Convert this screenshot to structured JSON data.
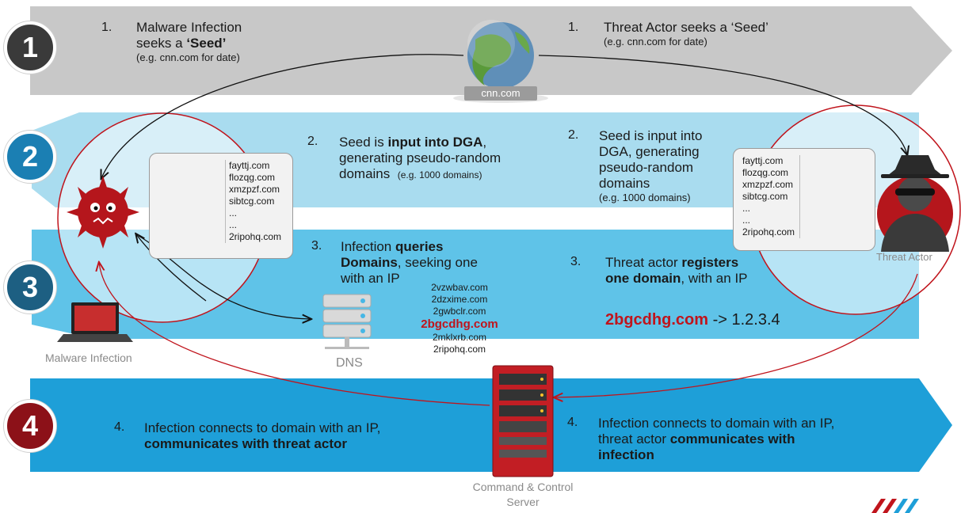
{
  "steps": {
    "s1": {
      "badge": "1",
      "left": {
        "num": "1.",
        "line1": "Malware Infection",
        "line2_pre": "seeks a ",
        "line2_bold": "‘Seed’",
        "example": "(e.g. cnn.com for date)"
      },
      "right": {
        "num": "1.",
        "line1": "Threat Actor seeks a ‘Seed’",
        "example": "(e.g. cnn.com for date)"
      },
      "seed_label": "cnn.com"
    },
    "s2": {
      "badge": "2",
      "left": {
        "num": "2.",
        "pre": "Seed is ",
        "bold": "input into DGA",
        "post": ",",
        "line2": "generating pseudo-random",
        "line3": "domains",
        "example": "(e.g. 1000 domains)"
      },
      "right": {
        "num": "2.",
        "line1": "Seed is input into",
        "line2": "DGA, generating",
        "line3": "pseudo-random",
        "line4": "domains",
        "example": "(e.g. 1000 domains)"
      }
    },
    "s3": {
      "badge": "3",
      "left": {
        "num": "3.",
        "line1_pre": "Infection ",
        "line1_bold": "queries",
        "line2_bold": "Domains",
        "line2_post": ", seeking one",
        "line3": "with an IP"
      },
      "right": {
        "num": "3.",
        "line1_pre": "Threat actor ",
        "line1_bold": "registers",
        "line2_bold": "one domain",
        "line2_post": ", with an IP"
      },
      "registered_domain": "2bgcdhg.com",
      "registered_ip": " -> 1.2.3.4"
    },
    "s4": {
      "badge": "4",
      "left": {
        "num": "4.",
        "line1": "Infection connects to domain with an IP,",
        "line2_bold": "communicates with threat actor"
      },
      "right": {
        "num": "4.",
        "line1": "Infection connects to domain with an IP,",
        "line2_pre": "threat actor ",
        "line2_bold": "communicates with",
        "line3_bold": "infection"
      }
    }
  },
  "dga_domains_left": [
    "fayttj.com",
    "flozqg.com",
    "xmzpzf.com",
    "sibtcg.com",
    "...",
    "...",
    "2ripohq.com"
  ],
  "dga_domains_right": [
    "fayttj.com",
    "flozqg.com",
    "xmzpzf.com",
    "sibtcg.com",
    "...",
    "...",
    "2ripohq.com"
  ],
  "dns_queries_top": [
    "2vzwbav.com",
    "2dzxime.com",
    "2gwbclr.com"
  ],
  "dns_query_hit": "2bgcdhg.com",
  "dns_queries_bottom": [
    "2mklxrb.com",
    "2ripohq.com"
  ],
  "labels": {
    "malware": "Malware Infection",
    "dns": "DNS",
    "threat_actor": "Threat Actor",
    "cnc_line1": "Command & Control",
    "cnc_line2": "Server"
  },
  "colors": {
    "band1": "#c8c8c8",
    "band2": "#a9dcef",
    "band3": "#5fc3e8",
    "band4": "#1e9fd8",
    "badge1": "#3a3a3a",
    "badge2": "#1b7fb3",
    "badge3": "#1d5f82",
    "badge4": "#8c1118",
    "accent_red": "#c0141c"
  }
}
